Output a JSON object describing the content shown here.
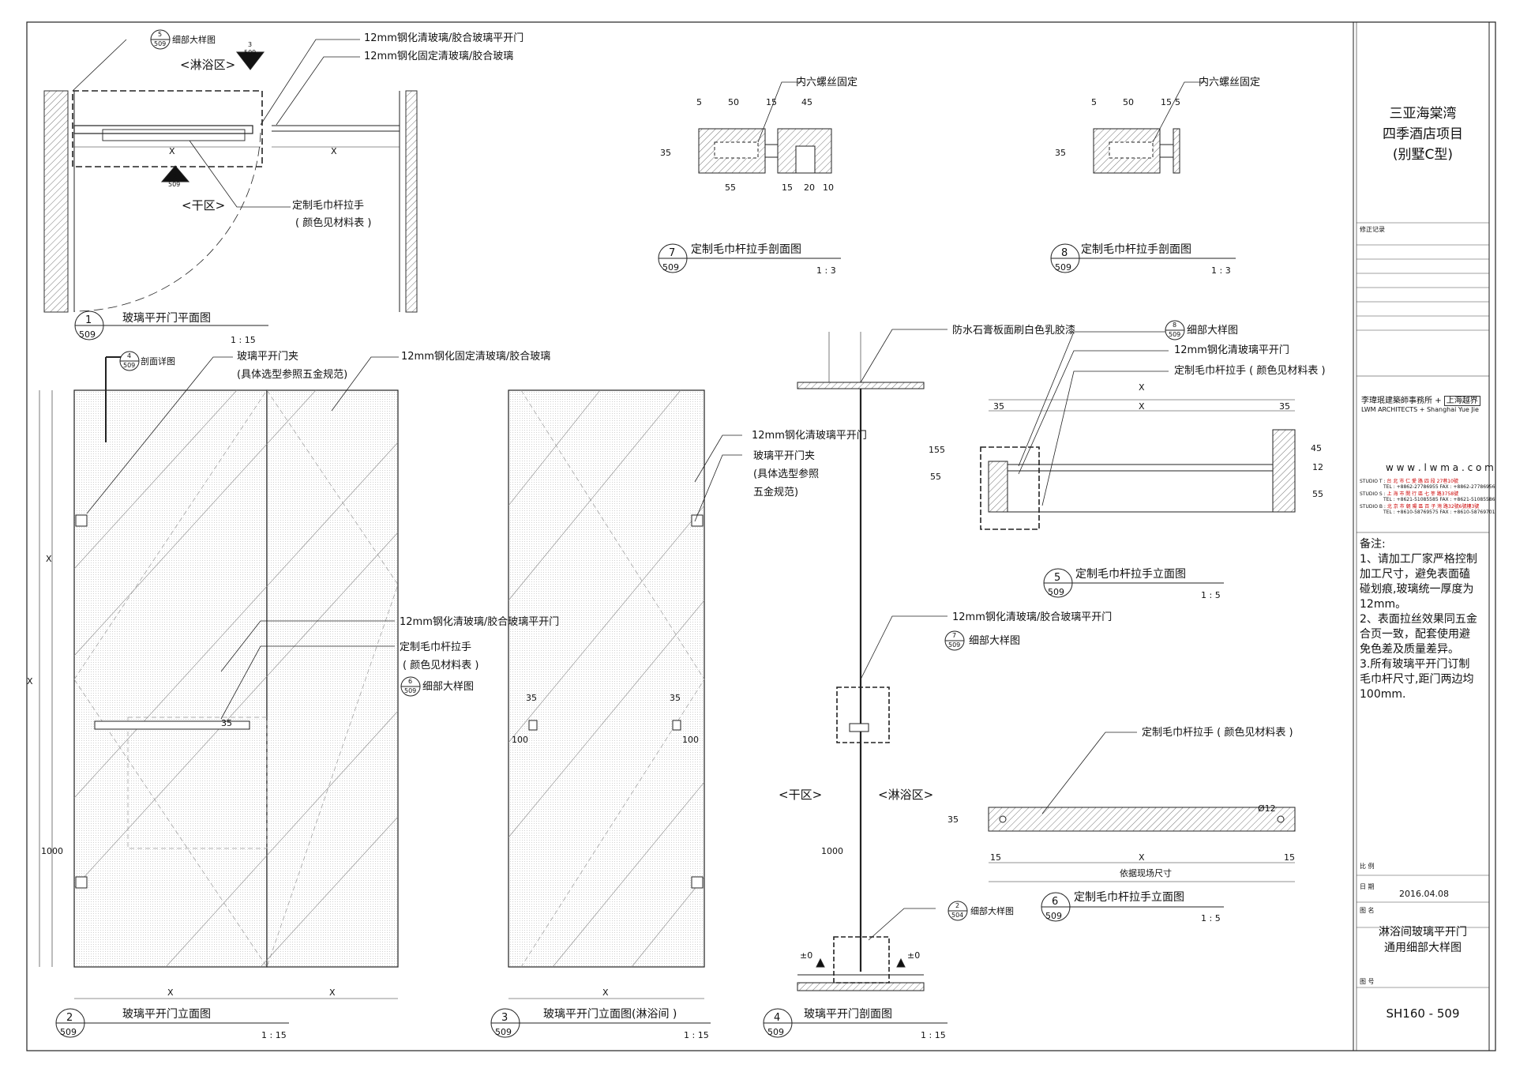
{
  "project": {
    "line1": "三亚海棠湾",
    "line2": "四季酒店项目",
    "line3": "(别墅C型)"
  },
  "revision_label": "修正记录",
  "firm": {
    "name_cn": "李瑋珉建築師事務所",
    "plus": "+",
    "partner_cn": "上海越界",
    "name_en": "LWM ARCHITECTS  +  Shanghai Yue Jie",
    "website": "w w w . l w m a . c o m",
    "studios": [
      {
        "tag": "STUDIO T :",
        "addr": "台 北 市 仁 愛 路 四 段 27巷10號",
        "tel": "TEL : +8862-27786955   FAX : +8862-27786956"
      },
      {
        "tag": "STUDIO S :",
        "addr": "上 海 市 閔 行 區 七 莘 路3758號",
        "tel": "TEL : +8621-51085585   FAX : +8621-51085586"
      },
      {
        "tag": "STUDIO B :",
        "addr": "北 京 市 朝 陽 區 百 子 灣 路32號6號樓3號",
        "tel": "TEL : +8610-58769575   FAX : +8610-58769701"
      }
    ]
  },
  "notes": {
    "title": "备注:",
    "items": [
      "1、请加工厂家严格控制加工尺寸，避免表面磕碰划痕,玻璃统一厚度为12mm。",
      "2、表面拉丝效果同五金合页一致，配套使用避免色差及质量差异。",
      "3.所有玻璃平开门订制毛巾杆尺寸,距门两边均100mm."
    ]
  },
  "title_block": {
    "scale_label": "比  例",
    "date_label": "日  期",
    "date": "2016.04.08",
    "name_label": "图  名",
    "drawing_name_1": "淋浴间玻璃平开门",
    "drawing_name_2": "通用细部大样图",
    "number_label": "图  号",
    "drawing_number": "SH160 - 509"
  },
  "views": {
    "v1": {
      "num": "1",
      "sheet": "509",
      "title": "玻璃平开门平面图",
      "scale": "1 : 15"
    },
    "v2": {
      "num": "2",
      "sheet": "509",
      "title": "玻璃平开门立面图",
      "scale": "1 : 15"
    },
    "v3": {
      "num": "3",
      "sheet": "509",
      "title": "玻璃平开门立面图(淋浴间 )",
      "scale": "1 : 15"
    },
    "v4": {
      "num": "4",
      "sheet": "509",
      "title": "玻璃平开门剖面图",
      "scale": "1 : 15"
    },
    "v5": {
      "num": "5",
      "sheet": "509",
      "title": "定制毛巾杆拉手立面图",
      "scale": "1 : 5"
    },
    "v6": {
      "num": "6",
      "sheet": "509",
      "title": "定制毛巾杆拉手立面图",
      "scale": "1 : 5"
    },
    "v7": {
      "num": "7",
      "sheet": "509",
      "title": "定制毛巾杆拉手剖面图",
      "scale": "1 : 3"
    },
    "v8": {
      "num": "8",
      "sheet": "509",
      "title": "定制毛巾杆拉手剖面图",
      "scale": "1 : 3"
    }
  },
  "callouts": {
    "detail_5": {
      "num": "5",
      "sheet": "509",
      "text": "细部大样图"
    },
    "detail_3": {
      "num": "3",
      "sheet": "509"
    },
    "detail_2": {
      "num": "2",
      "sheet": "509"
    },
    "detail_4": {
      "num": "4",
      "sheet": "509",
      "text": "剖面详图"
    },
    "detail_6": {
      "num": "6",
      "sheet": "509",
      "text": "细部大样图"
    },
    "detail_8": {
      "num": "8",
      "sheet": "509",
      "text": "细部大样图"
    },
    "detail_7": {
      "num": "7",
      "sheet": "509",
      "text": "细部大样图"
    },
    "detail_2b": {
      "num": "2",
      "sheet": "504",
      "text": "细部大样图"
    }
  },
  "labels": {
    "glass_door": "12mm钢化清玻璃/胶合玻璃平开门",
    "fixed_glass": "12mm钢化固定清玻璃/胶合玻璃",
    "shower_zone": "<淋浴区>",
    "dry_zone": "<干区>",
    "towel_handle": "定制毛巾杆拉手",
    "color_ref": "( 颜色见材料表 )",
    "hex_screw": "内六螺丝固定",
    "door_clip": "玻璃平开门夹",
    "hardware_ref": "(具体选型参照五金规范)",
    "glass_door_short": "12mm钢化清玻璃平开门",
    "hw_ref_1": "(具体选型参照",
    "hw_ref_2": "五金规范)",
    "gypsum": "防水石膏板面刷白色乳胶漆",
    "towel_handle_color": "定制毛巾杆拉手 ( 颜色见材料表 )",
    "site_dim": "依据现场尺寸",
    "dia": "Ø12",
    "zero_1": "±0",
    "zero_2": "±0"
  },
  "dims": {
    "x": "X",
    "d1000": "1000",
    "d35": "35",
    "d100": "100",
    "d5": "5",
    "d50": "50",
    "d15": "15",
    "d45": "45",
    "d55": "55",
    "d20": "20",
    "d10": "10",
    "d155": "155",
    "d12": "12"
  }
}
